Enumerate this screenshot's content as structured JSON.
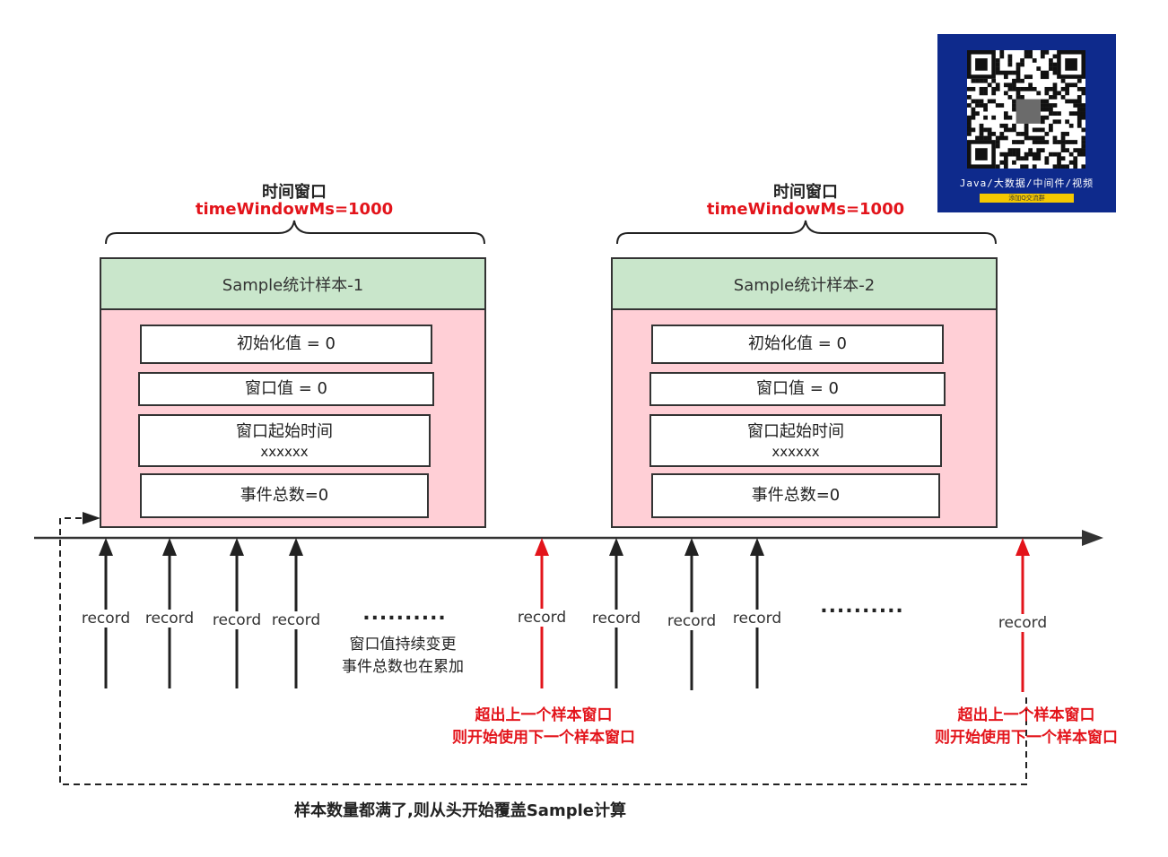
{
  "windows": [
    {
      "title": "时间窗口",
      "subtitle": "timeWindowMs=1000",
      "sample_title": "Sample统计样本-1",
      "fields": {
        "init": "初始化值 = 0",
        "window_value": "窗口值 = 0",
        "start_time": "窗口起始时间",
        "start_time_value": "xxxxxx",
        "event_total": "事件总数=0"
      }
    },
    {
      "title": "时间窗口",
      "subtitle": "timeWindowMs=1000",
      "sample_title": "Sample统计样本-2",
      "fields": {
        "init": "初始化值 = 0",
        "window_value": "窗口值 = 0",
        "start_time": "窗口起始时间",
        "start_time_value": "xxxxxx",
        "event_total": "事件总数=0"
      }
    }
  ],
  "records": [
    {
      "label": "record",
      "color": "#222222"
    },
    {
      "label": "record",
      "color": "#222222"
    },
    {
      "label": "record",
      "color": "#222222"
    },
    {
      "label": "record",
      "color": "#222222"
    },
    {
      "label": "record",
      "color": "#e3141b"
    },
    {
      "label": "record",
      "color": "#222222"
    },
    {
      "label": "record",
      "color": "#222222"
    },
    {
      "label": "record",
      "color": "#222222"
    },
    {
      "label": "record",
      "color": "#e3141b"
    }
  ],
  "ellipsis": "..........",
  "notes": {
    "continue_line1": "窗口值持续变更",
    "continue_line2": "事件总数也在累加",
    "overflow_line1": "超出上一个样本窗口",
    "overflow_line2": "则开始使用下一个样本窗口",
    "wrap": "样本数量都满了,则从头开始覆盖Sample计算"
  },
  "qr": {
    "caption": "Java/大数据/中间件/视频",
    "banner": "添加Q交流群"
  },
  "colors": {
    "red": "#e3141b",
    "sample_fill": "#ffcfd6",
    "header_fill": "#c9e6cb",
    "qr_bg": "#0e2a8c"
  }
}
